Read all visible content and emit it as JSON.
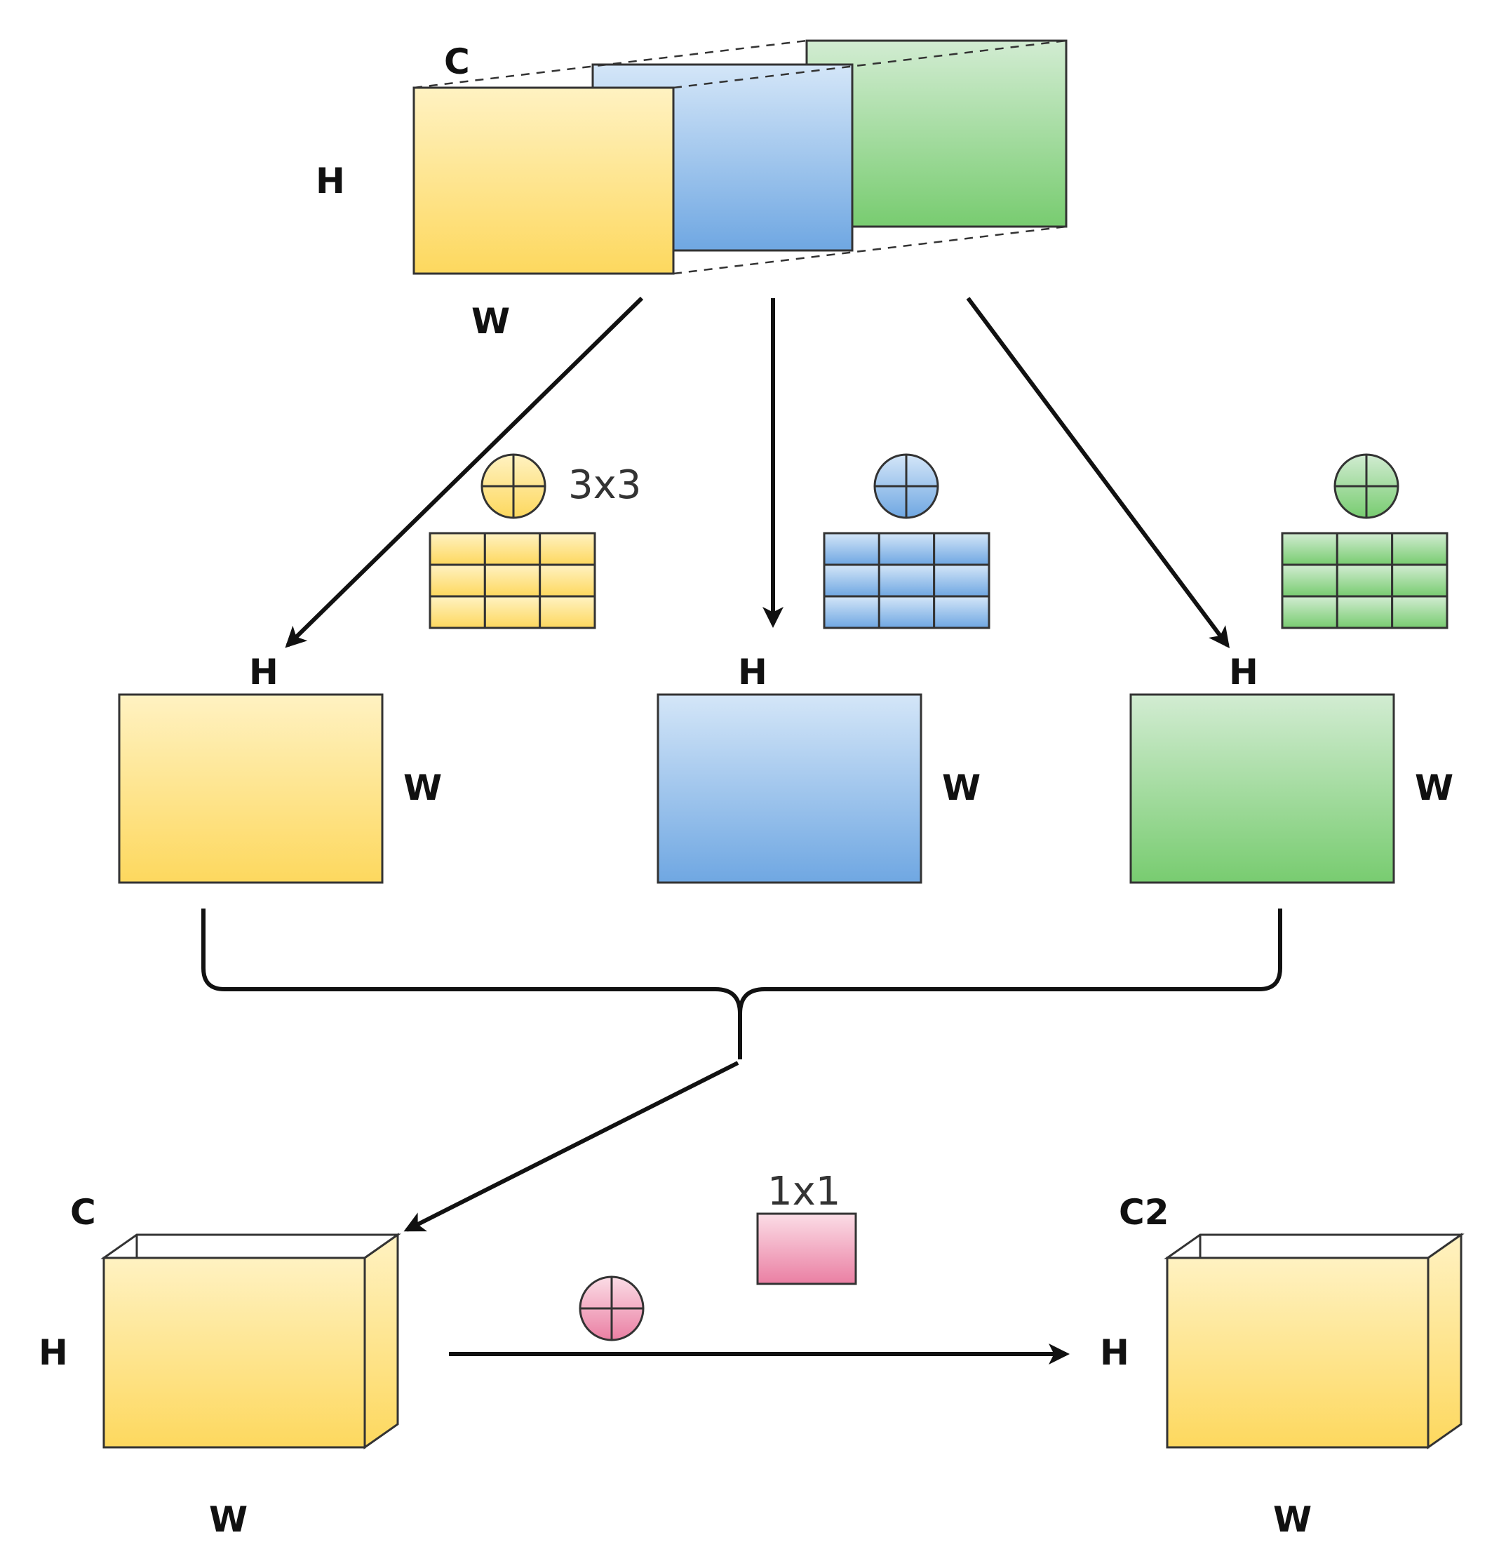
{
  "input_tensor": {
    "channel_label": "C",
    "height_label": "H",
    "width_label": "W"
  },
  "kernel_3x3": {
    "label": "3x3",
    "operator_icon": "circle-plus-icon"
  },
  "branches": [
    {
      "name": "yellow",
      "height_label": "H",
      "width_label": "W"
    },
    {
      "name": "blue",
      "height_label": "H",
      "width_label": "W"
    },
    {
      "name": "green",
      "height_label": "H",
      "width_label": "W"
    }
  ],
  "concat_output": {
    "channel_label": "C",
    "height_label": "H",
    "width_label": "W"
  },
  "kernel_1x1": {
    "label": "1x1",
    "operator_icon": "circle-plus-icon"
  },
  "final_output": {
    "channel_label": "C2",
    "height_label": "H",
    "width_label": "W"
  },
  "colors": {
    "yellow_top": "#fff2c2",
    "yellow_bottom": "#fdd85e",
    "blue_top": "#d4e6f8",
    "blue_bottom": "#6fa7e2",
    "green_top": "#d2ecd2",
    "green_bottom": "#78cc70",
    "pink_top": "#fbdde6",
    "pink_bottom": "#ea7fa3"
  }
}
